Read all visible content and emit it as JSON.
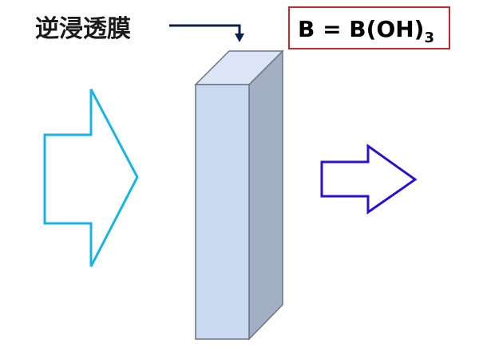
{
  "membrane": {
    "label": "逆浸透膜"
  },
  "formula": {
    "base": "B = B(OH)",
    "subscript": "3"
  },
  "colors": {
    "label_text": "#1a1a1a",
    "leader_line": "#0b1f4a",
    "formula_border": "#c0292b",
    "formula_text": "#000000",
    "membrane_front": "#c9d9f0",
    "membrane_side": "#a2afc4",
    "membrane_top": "#dbe5f5",
    "membrane_stroke": "#6c7482",
    "inflow_arrow": "#19b4e4",
    "outflow_arrow": "#2a10d0"
  },
  "icons": {
    "inflow": "arrow-right-outline-icon",
    "outflow": "arrow-right-outline-icon",
    "leader": "arrow-down-icon"
  }
}
